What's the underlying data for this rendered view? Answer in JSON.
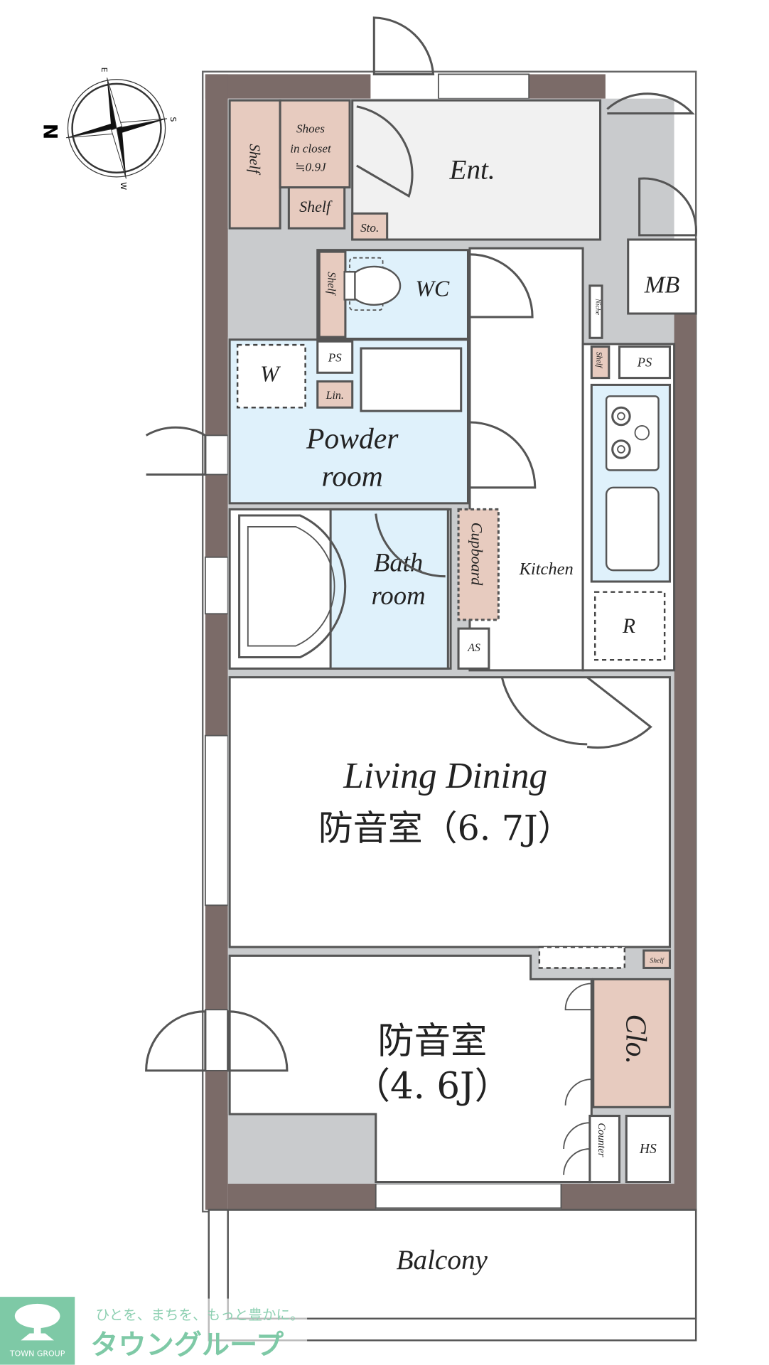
{
  "compass": {
    "north": "N",
    "east": "E",
    "south": "S",
    "west": "W"
  },
  "rooms": {
    "shelf_left": "Shelf",
    "shoes_closet": [
      "Shoes",
      "in closet",
      "≒0.9J"
    ],
    "shelf_small": "Shelf",
    "storage": "Sto.",
    "entrance": "Ent.",
    "mb": "MB",
    "niche": "Niche",
    "wc": "WC",
    "wc_shelf": "Shelf",
    "washer": "W",
    "ps_powder": "PS",
    "linen": "Lin.",
    "powder_room": [
      "Powder",
      "room"
    ],
    "kitchen_shelf": "Shelf",
    "ps_kitchen": "PS",
    "bath_room": [
      "Bath",
      "room"
    ],
    "cupboard": "Cupboard",
    "kitchen": "Kitchen",
    "refrigerator": "R",
    "as": "AS",
    "living_dining": [
      "Living Dining",
      "防音室（6. 7J）"
    ],
    "living_shelf": "Shelf",
    "bedroom": [
      "防音室",
      "（4. 6J）"
    ],
    "closet": "Clo.",
    "counter": "Counter",
    "hs": "HS",
    "balcony": "Balcony"
  },
  "colors": {
    "wall": "#7b6b68",
    "storage": "#e7cbbf",
    "wet_area": "#dff1fb",
    "entrance": "#f1f1f1",
    "brand": "#7ec9a6"
  },
  "logo": {
    "brand_en": "TOWN GROUP",
    "slogan": "ひとを、まちを、もっと豊かに。",
    "brand_jp": "タウングループ"
  }
}
